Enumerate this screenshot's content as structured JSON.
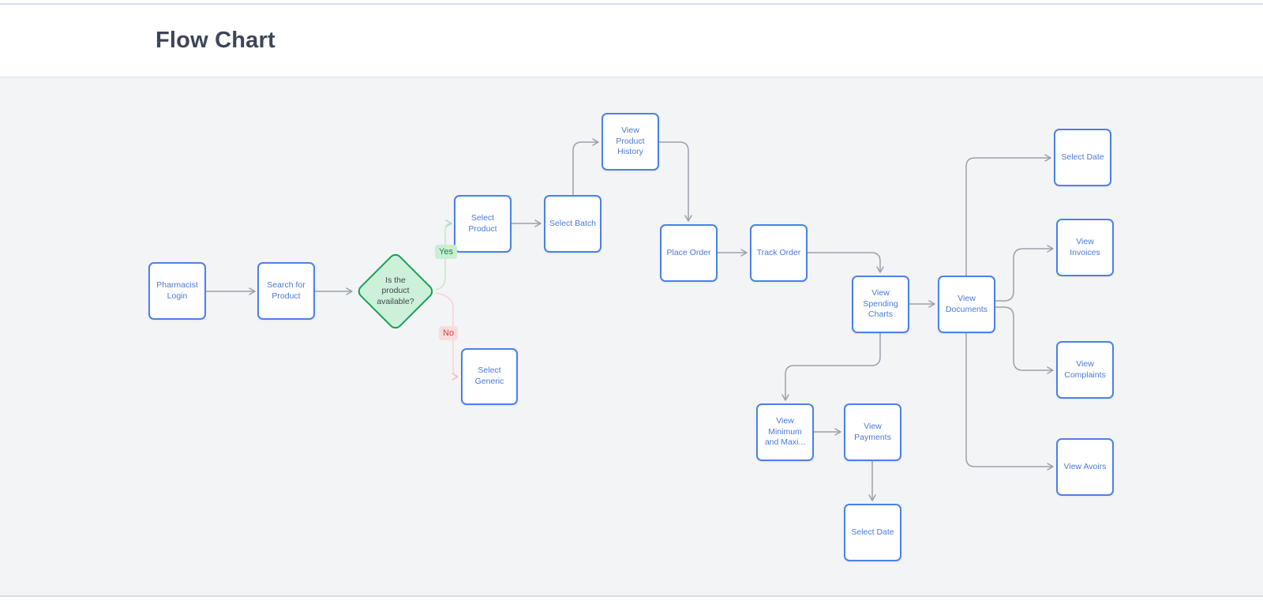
{
  "header": {
    "title": "Flow Chart"
  },
  "colors": {
    "accent_blue": "#4a80ea",
    "node_text_blue": "#4a79da",
    "decision_fill_green": "#cdf0da",
    "decision_border_green": "#13a150",
    "yes_label_bg": "#c9eed4",
    "yes_label_text": "#1a7f44",
    "no_label_bg": "#fadbdd",
    "no_label_text": "#dd3c3c",
    "arrow_gray": "#9aa1ab",
    "canvas_bg": "#f3f4f5",
    "title_text": "#3d4557"
  },
  "flowchart": {
    "nodes": [
      {
        "id": "pharmacist-login",
        "label": "Pharmacist Login",
        "type": "process"
      },
      {
        "id": "search-for-product",
        "label": "Search for Product",
        "type": "process"
      },
      {
        "id": "product-available",
        "label": "Is the product available?",
        "type": "decision"
      },
      {
        "id": "select-product",
        "label": "Select Product",
        "type": "process"
      },
      {
        "id": "select-generic",
        "label": "Select Generic",
        "type": "process"
      },
      {
        "id": "select-batch",
        "label": "Select Batch",
        "type": "process"
      },
      {
        "id": "view-product-history",
        "label": "View Product History",
        "type": "process"
      },
      {
        "id": "place-order",
        "label": "Place Order",
        "type": "process"
      },
      {
        "id": "track-order",
        "label": "Track Order",
        "type": "process"
      },
      {
        "id": "view-spending-charts",
        "label": "View Spending Charts",
        "type": "process"
      },
      {
        "id": "view-documents",
        "label": "View Documents",
        "type": "process"
      },
      {
        "id": "select-date-top",
        "label": "Select Date",
        "type": "process"
      },
      {
        "id": "view-invoices",
        "label": "View Invoices",
        "type": "process"
      },
      {
        "id": "view-complaints",
        "label": "View Complaints",
        "type": "process"
      },
      {
        "id": "view-avoirs",
        "label": "View Avoirs",
        "type": "process"
      },
      {
        "id": "view-minimum-maximum",
        "label": "View Minimum and Maxi...",
        "type": "process"
      },
      {
        "id": "view-payments",
        "label": "View Payments",
        "type": "process"
      },
      {
        "id": "select-date-bottom",
        "label": "Select Date",
        "type": "process"
      }
    ],
    "edges": [
      {
        "from": "pharmacist-login",
        "to": "search-for-product",
        "label": ""
      },
      {
        "from": "search-for-product",
        "to": "product-available",
        "label": ""
      },
      {
        "from": "product-available",
        "to": "select-product",
        "label": "Yes"
      },
      {
        "from": "product-available",
        "to": "select-generic",
        "label": "No"
      },
      {
        "from": "select-product",
        "to": "select-batch",
        "label": ""
      },
      {
        "from": "select-batch",
        "to": "view-product-history",
        "label": ""
      },
      {
        "from": "view-product-history",
        "to": "place-order",
        "label": ""
      },
      {
        "from": "place-order",
        "to": "track-order",
        "label": ""
      },
      {
        "from": "track-order",
        "to": "view-spending-charts",
        "label": ""
      },
      {
        "from": "view-spending-charts",
        "to": "view-documents",
        "label": ""
      },
      {
        "from": "view-spending-charts",
        "to": "view-minimum-maximum",
        "label": ""
      },
      {
        "from": "view-minimum-maximum",
        "to": "view-payments",
        "label": ""
      },
      {
        "from": "view-payments",
        "to": "select-date-bottom",
        "label": ""
      },
      {
        "from": "view-documents",
        "to": "select-date-top",
        "label": ""
      },
      {
        "from": "view-documents",
        "to": "view-invoices",
        "label": ""
      },
      {
        "from": "view-documents",
        "to": "view-complaints",
        "label": ""
      },
      {
        "from": "view-documents",
        "to": "view-avoirs",
        "label": ""
      }
    ]
  }
}
